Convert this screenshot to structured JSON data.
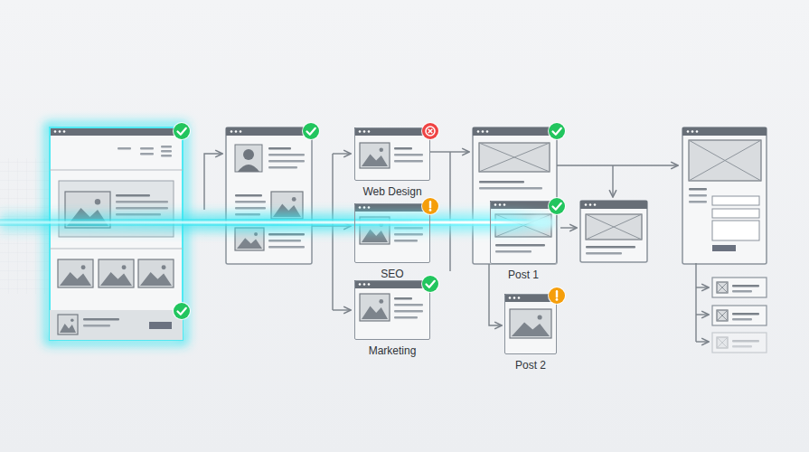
{
  "diagram": {
    "nodes": [
      {
        "text": [
          "Web Design"
        ]
      },
      {
        "text": [
          "SEO"
        ]
      },
      {
        "text": [
          "Marketing"
        ]
      },
      {
        "text": [
          "Post 1"
        ]
      },
      {
        "text": [
          "Post 2"
        ]
      }
    ]
  }
}
